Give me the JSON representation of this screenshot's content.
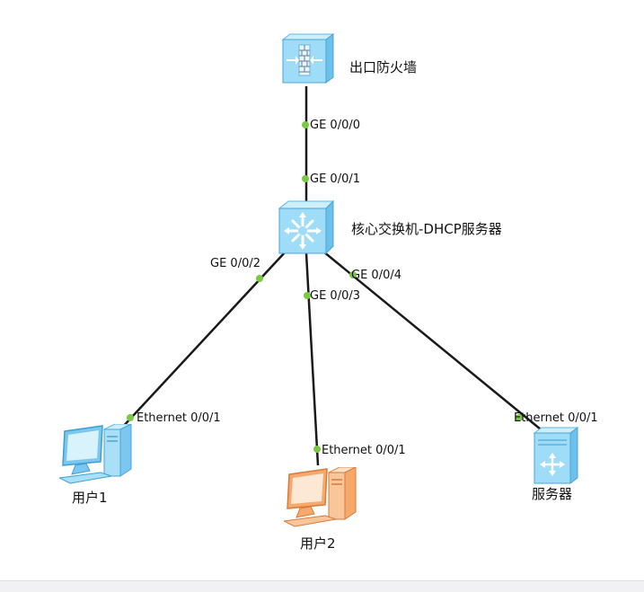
{
  "devices": {
    "firewall": {
      "name": "出口防火墙",
      "icon": "firewall-icon"
    },
    "core_switch": {
      "name": "核心交换机-DHCP服务器",
      "icon": "l3-switch-icon"
    },
    "pc1": {
      "name": "用户1",
      "icon": "pc-icon"
    },
    "pc2": {
      "name": "用户2",
      "icon": "pc-icon"
    },
    "server": {
      "name": "服务器",
      "icon": "server-icon"
    }
  },
  "ports": {
    "fw_ge000": "GE 0/0/0",
    "sw_ge001": "GE 0/0/1",
    "sw_ge002": "GE 0/0/2",
    "sw_ge003": "GE 0/0/3",
    "sw_ge004": "GE 0/0/4",
    "pc1_eth": "Ethernet 0/0/1",
    "pc2_eth": "Ethernet 0/0/1",
    "server_eth": "Ethernet 0/0/1"
  },
  "colors": {
    "link": "#1a1a1a",
    "port_dot": "#7ac943",
    "device_blue": "#8fd3f5",
    "pc1_blue": "#7cc7f0",
    "pc2_orange": "#f5a96b"
  }
}
